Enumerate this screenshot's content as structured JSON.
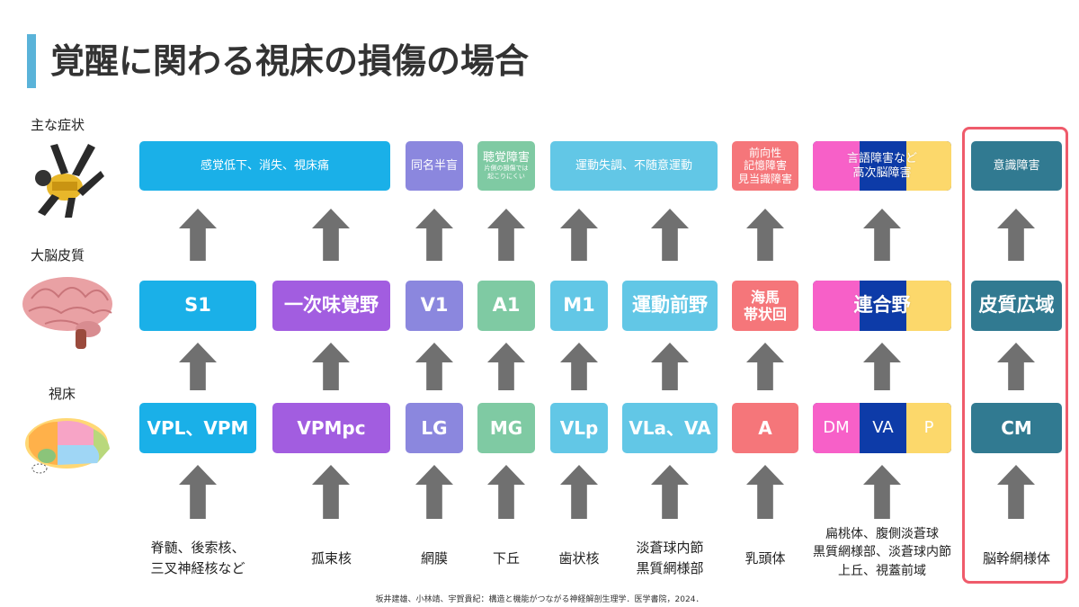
{
  "title": "覚醒に関わる視床の損傷の場合",
  "row_labels": {
    "symptoms": "主な症状",
    "cortex": "大脳皮質",
    "thalamus": "視床"
  },
  "columns": [
    {
      "symptom": "感覚低下、消失、視床痛",
      "cortex": "S1",
      "thalamus": "VPL、VPM",
      "source1": "脊髄、後索核、",
      "source2": "三叉神経核など"
    },
    {
      "cortex": "一次味覚野",
      "thalamus": "VPMpc",
      "source1": "孤束核"
    },
    {
      "symptom": "同名半盲",
      "cortex": "V1",
      "thalamus": "LG",
      "source1": "網膜"
    },
    {
      "symptom": "聴覚障害",
      "symptom_note1": "片側の損傷では",
      "symptom_note2": "起こりにくい",
      "cortex": "A1",
      "thalamus": "MG",
      "source1": "下丘"
    },
    {
      "symptom": "運動失調、不随意運動",
      "cortex": "M1",
      "thalamus": "VLp",
      "source1": "歯状核"
    },
    {
      "cortex": "運動前野",
      "thalamus": "VLa、VA",
      "source1": "淡蒼球内節",
      "source2": "黒質網様部"
    },
    {
      "symptom1": "前向性",
      "symptom2": "記憶障害",
      "symptom3": "見当識障害",
      "cortex1": "海馬",
      "cortex2": "帯状回",
      "thalamus": "A",
      "source1": "乳頭体"
    },
    {
      "symptom1": "言語障害など",
      "symptom2": "高次脳障害",
      "cortex": "連合野",
      "thalamus_dm": "DM",
      "thalamus_va": "VA",
      "thalamus_p": "P",
      "source1": "扁桃体、腹側淡蒼球",
      "source2": "黒質網様部、淡蒼球内節",
      "source3": "上丘、視蓋前域"
    },
    {
      "symptom": "意識障害",
      "cortex": "皮質広域",
      "thalamus": "CM",
      "source1": "脳幹網様体"
    }
  ],
  "citation": "坂井建雄、小林靖、宇賀貴紀：構造と機能がつながる神経解剖生理学．医学書院，2024．",
  "colors": {
    "somatosensory": "#1ab0e8",
    "gustatory": "#a25de0",
    "visual": "#8b87de",
    "auditory": "#7fcaa3",
    "motor": "#62c7e6",
    "limbic": "#f5767a",
    "association_pink": "#f760c8",
    "association_blue": "#0d3ba8",
    "association_yellow": "#fcd86b",
    "arousal": "#317a91",
    "arrow": "#707070",
    "highlight": "#ef5b6b",
    "title_bar": "#5ab3d9"
  },
  "icons": {
    "symptom": "falling-figure-icon",
    "cortex": "brain-icon",
    "thalamus": "thalamus-icon"
  }
}
